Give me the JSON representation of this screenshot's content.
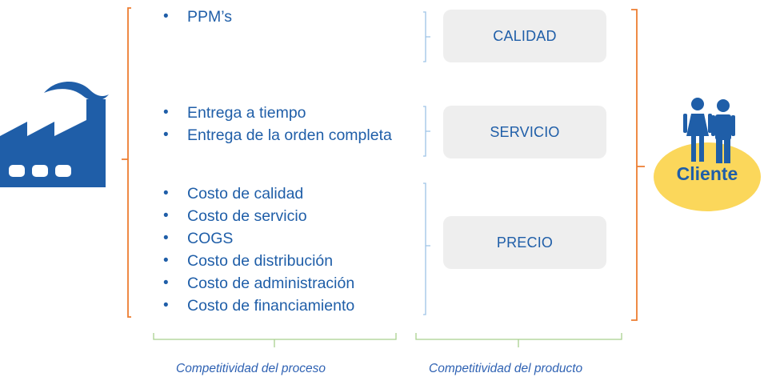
{
  "process_groups": [
    {
      "items": [
        "PPM’s"
      ]
    },
    {
      "items": [
        "Entrega a tiempo",
        "Entrega de la orden completa"
      ]
    },
    {
      "items": [
        "Costo de calidad",
        "Costo de servicio",
        "COGS",
        "Costo de distribución",
        "Costo de administración",
        "Costo de financiamiento"
      ]
    }
  ],
  "pillars": [
    {
      "label": "CALIDAD"
    },
    {
      "label": "SERVICIO"
    },
    {
      "label": "PRECIO"
    }
  ],
  "captions": {
    "process": "Competitividad del proceso",
    "product": "Competitividad del producto"
  },
  "customer": {
    "label": "Cliente",
    "icon": "customer-couple-icon"
  },
  "factory": {
    "icon": "factory-icon"
  },
  "colors": {
    "text_blue": "#1f5ea8",
    "caption_blue": "#2f62b3",
    "bracket_orange": "#ed7d31",
    "bracket_light_blue": "#9dc3e6",
    "bracket_green": "#a9d18e",
    "pill_gray": "#eeeeee",
    "customer_yellow": "#fbd75b"
  }
}
